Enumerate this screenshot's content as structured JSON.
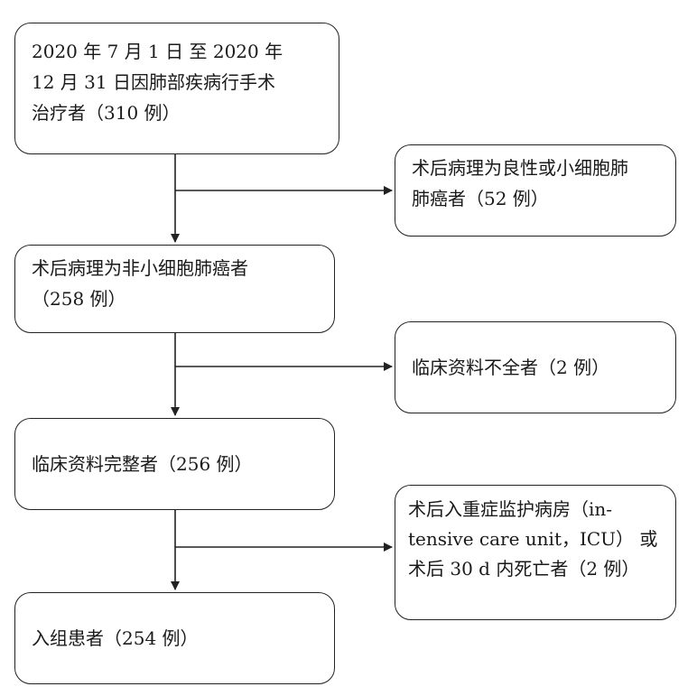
{
  "flow": {
    "step1": {
      "lines": [
        "2020 年 7 月 1 日 至 2020 年",
        "12 月 31 日因肺部疾病行手术",
        "治疗者（310 例）"
      ]
    },
    "step2": {
      "lines": [
        "术后病理为非小细胞肺癌者",
        "（258 例）"
      ]
    },
    "step3": {
      "lines": [
        "临床资料完整者（256 例）"
      ]
    },
    "step4": {
      "lines": [
        "入组患者（254 例）"
      ]
    }
  },
  "exclusions": {
    "exclude1": {
      "lines": [
        "术后病理为良性或小细胞肺",
        "肺癌者（52 例）"
      ]
    },
    "exclude2": {
      "lines": [
        "临床资料不全者（2 例）"
      ]
    },
    "exclude3": {
      "lines": [
        "术后入重症监护病房（in-",
        "tensive care unit，ICU） 或",
        "术后 30 d 内死亡者（2 例）"
      ]
    }
  },
  "colors": {
    "stroke": "#222222",
    "text": "#1a1a1a",
    "background": "#ffffff"
  }
}
